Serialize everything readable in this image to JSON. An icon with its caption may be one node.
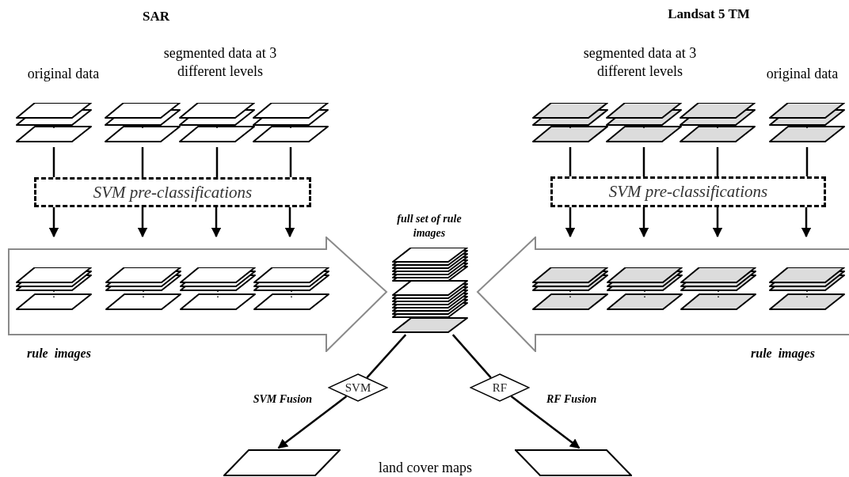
{
  "diagram": {
    "nodes": [
      {
        "text": [
          "SVM pre-classifications"
        ]
      },
      {
        "text": [
          "SVM pre-classifications"
        ]
      },
      {
        "text": [],
        "shape": "stack"
      },
      {
        "text": [],
        "shape": "stack"
      },
      {
        "text": [],
        "shape": "stack"
      },
      {
        "text": [],
        "shape": "stack"
      },
      {
        "text": [],
        "shape": "stack"
      },
      {
        "text": [],
        "shape": "stack"
      },
      {
        "text": [],
        "shape": "stack"
      },
      {
        "text": [],
        "shape": "stack"
      },
      {
        "text": [],
        "shape": "arrow",
        "beside": [
          "rule  images"
        ]
      },
      {
        "text": [],
        "shape": "stack",
        "in": 10
      },
      {
        "text": [],
        "shape": "stack",
        "in": 10
      },
      {
        "text": [],
        "shape": "stack",
        "in": 10
      },
      {
        "text": [],
        "shape": "stack",
        "in": 10
      },
      {
        "text": [],
        "shape": "arrow",
        "beside": [
          "rule  images"
        ]
      },
      {
        "text": [],
        "shape": "stack",
        "in": 15
      },
      {
        "text": [],
        "shape": "stack",
        "in": 15
      },
      {
        "text": [],
        "shape": "stack",
        "in": 15
      },
      {
        "text": [],
        "shape": "stack",
        "in": 15
      },
      {
        "text": [],
        "shape": "stack",
        "beside": [
          "full set of rule  images"
        ]
      },
      {
        "text": [
          "SVM"
        ]
      },
      {
        "text": [
          "RF"
        ]
      },
      {
        "text": [],
        "shape": "parallelogram"
      },
      {
        "text": [],
        "shape": "parallelogram"
      }
    ],
    "edges": [
      {
        "from": 2,
        "to": 0,
        "arrow": "none"
      },
      {
        "from": 3,
        "to": 0,
        "arrow": "none"
      },
      {
        "from": 4,
        "to": 0,
        "arrow": "none"
      },
      {
        "from": 5,
        "to": 0,
        "arrow": "none"
      },
      {
        "from": 0,
        "to": 10,
        "arrow": "to"
      },
      {
        "from": 0,
        "to": 10,
        "arrow": "to"
      },
      {
        "from": 0,
        "to": 10,
        "arrow": "to"
      },
      {
        "from": 0,
        "to": 10,
        "arrow": "to"
      },
      {
        "from": 6,
        "to": 1,
        "arrow": "none"
      },
      {
        "from": 7,
        "to": 1,
        "arrow": "none"
      },
      {
        "from": 8,
        "to": 1,
        "arrow": "none"
      },
      {
        "from": 9,
        "to": 1,
        "arrow": "none"
      },
      {
        "from": 1,
        "to": 15,
        "arrow": "to"
      },
      {
        "from": 1,
        "to": 15,
        "arrow": "to"
      },
      {
        "from": 1,
        "to": 15,
        "arrow": "to"
      },
      {
        "from": 1,
        "to": 15,
        "arrow": "to"
      },
      {
        "from": 20,
        "to": 21,
        "arrow": "none"
      },
      {
        "from": 21,
        "to": 23,
        "arrow": "to",
        "label": "SVM Fusion"
      },
      {
        "from": 20,
        "to": 22,
        "arrow": "none"
      },
      {
        "from": 22,
        "to": 24,
        "arrow": "to",
        "label": "RF Fusion"
      }
    ],
    "labels": [
      "SAR",
      "Landsat 5 TM",
      "original data",
      "segmented data at 3 different levels",
      "segmented data at 3 different levels",
      "original data",
      "land cover maps"
    ]
  }
}
